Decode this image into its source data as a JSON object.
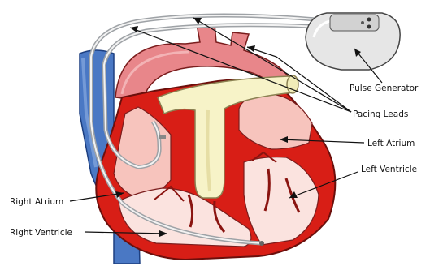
{
  "labels": {
    "pulse_generator": "Pulse Generator",
    "pacing_leads": "Pacing Leads",
    "left_atrium": "Left Atrium",
    "left_ventricle": "Left Ventricle",
    "right_atrium": "Right Atrium",
    "right_ventricle": "Right Ventricle"
  },
  "colors": {
    "myocardium": "#d81e16",
    "chamber_fill": "#f7c4bd",
    "chamber_light": "#fbe3df",
    "aorta": "#e8868a",
    "pulmonary": "#f7f3c8",
    "vena_cava": "#4a78c4",
    "lead_wire": "#9ea2a6",
    "generator": "#e6e6e6"
  }
}
